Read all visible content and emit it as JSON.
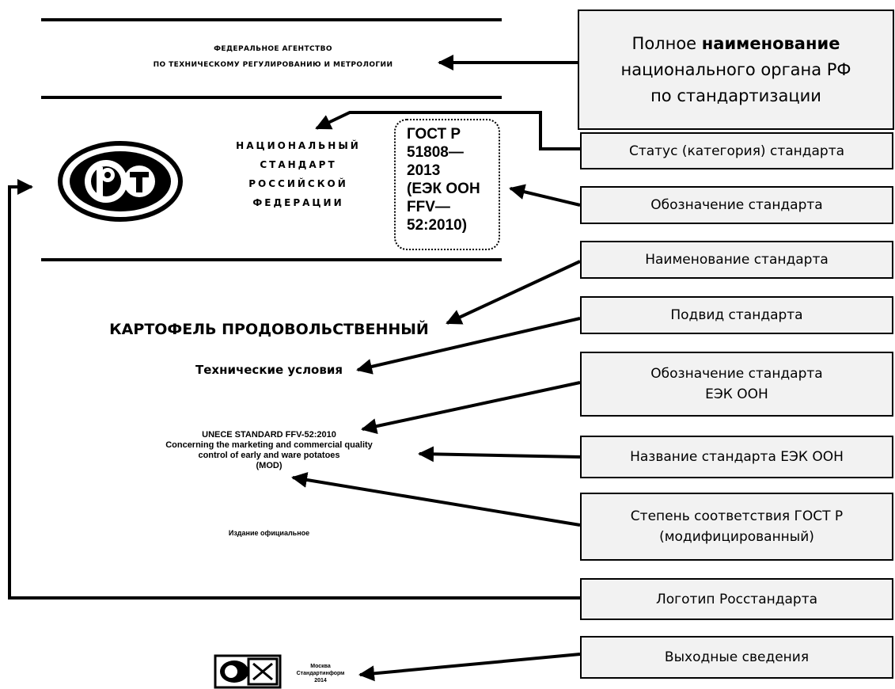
{
  "document": {
    "agency_lines": [
      "ФЕДЕРАЛЬНОЕ АГЕНТСТВО",
      "ПО ТЕХНИЧЕСКОМУ РЕГУЛИРОВАНИЮ И МЕТРОЛОГИИ"
    ],
    "national_standard_lines": [
      "НАЦИОНАЛЬНЫЙ",
      "СТАНДАРТ",
      "РОССИЙСКОЙ",
      "ФЕДЕРАЦИИ"
    ],
    "gost_lines": [
      "ГОСТ Р",
      "51808—",
      "2013",
      "(ЕЭК ООН",
      "FFV—",
      "52:2010)"
    ],
    "title": "КАРТОФЕЛЬ ПРОДОВОЛЬСТВЕННЫЙ",
    "subtitle": "Технические условия",
    "unece_lines": [
      "UNECE STANDARD FFV-52:2010",
      "Concerning the marketing and commercial quality",
      "control of early and ware potatoes",
      "(MOD)"
    ],
    "edition": "Издание официальное",
    "publisher_lines": [
      "Москва",
      "Стандартинформ",
      "2014"
    ]
  },
  "callouts": {
    "body_name": {
      "prefix": "Полное ",
      "bold": "наименование",
      "rest_lines": [
        "национального органа РФ",
        "по стандартизации"
      ]
    },
    "status": "Статус (категория) стандарта",
    "designation": "Обозначение стандарта",
    "name": "Наименование стандарта",
    "subtype": "Подвид стандарта",
    "unece_designation_lines": [
      "Обозначение стандарта",
      "ЕЭК ООН"
    ],
    "unece_name": "Название стандарта ЕЭК ООН",
    "conformity_lines": [
      "Степень соответствия ГОСТ Р",
      "(модифицированный)"
    ],
    "logo": "Логотип Росстандарта",
    "imprint": "Выходные сведения"
  },
  "colors": {
    "callout_fill": "#f2f2f2",
    "line": "#000000"
  }
}
